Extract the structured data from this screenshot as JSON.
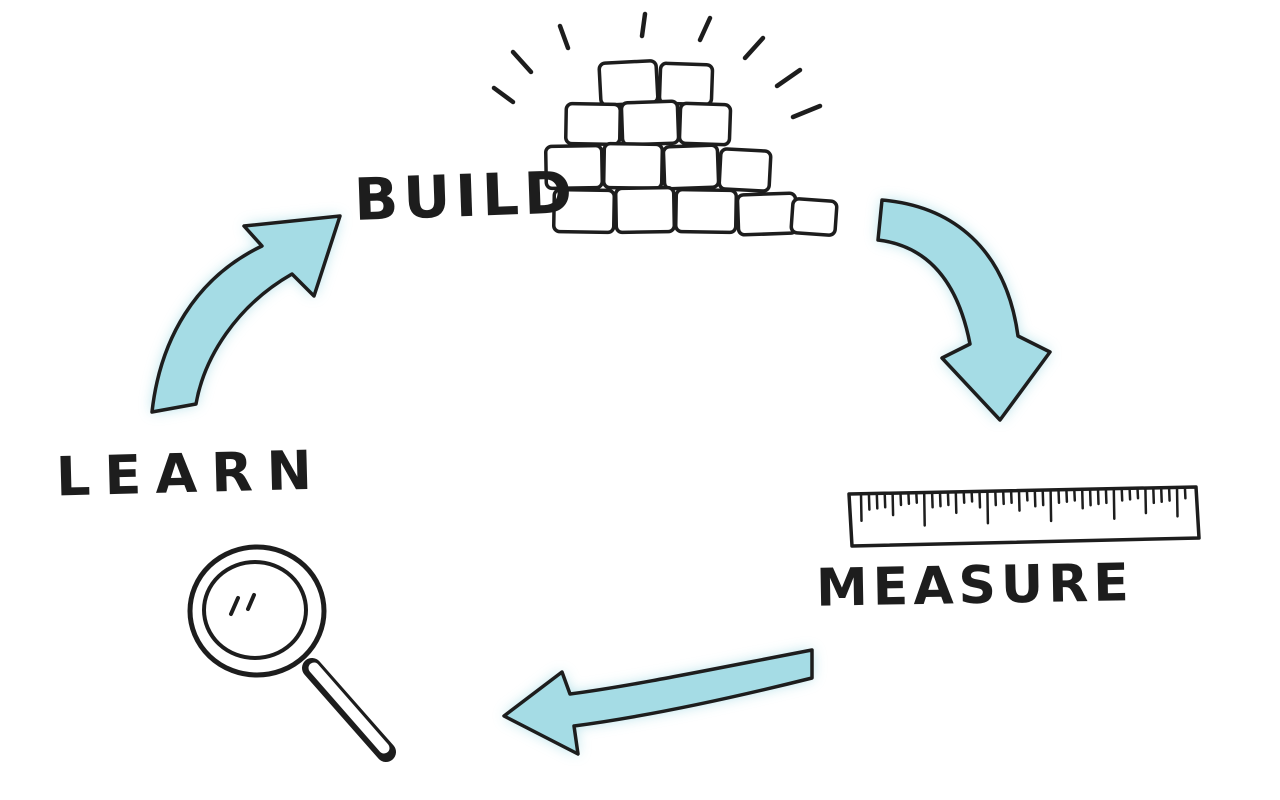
{
  "diagram": {
    "name": "build-measure-learn-cycle",
    "style": "hand-drawn-sketch",
    "background": "#ffffff",
    "ink_color": "#1d1d1d",
    "arrow_color": "#a5dce5",
    "nodes": [
      {
        "id": "build",
        "label": "BUILD",
        "icon": "brick-wall-icon"
      },
      {
        "id": "measure",
        "label": "MEASURE",
        "icon": "ruler-icon"
      },
      {
        "id": "learn",
        "label": "LEARN",
        "icon": "magnifier-icon"
      }
    ],
    "arrows": [
      {
        "id": "build-to-measure",
        "from": "build",
        "to": "measure",
        "direction": "down"
      },
      {
        "id": "measure-to-learn",
        "from": "measure",
        "to": "learn",
        "direction": "left"
      },
      {
        "id": "learn-to-build",
        "from": "learn",
        "to": "build",
        "direction": "up-right"
      }
    ]
  }
}
